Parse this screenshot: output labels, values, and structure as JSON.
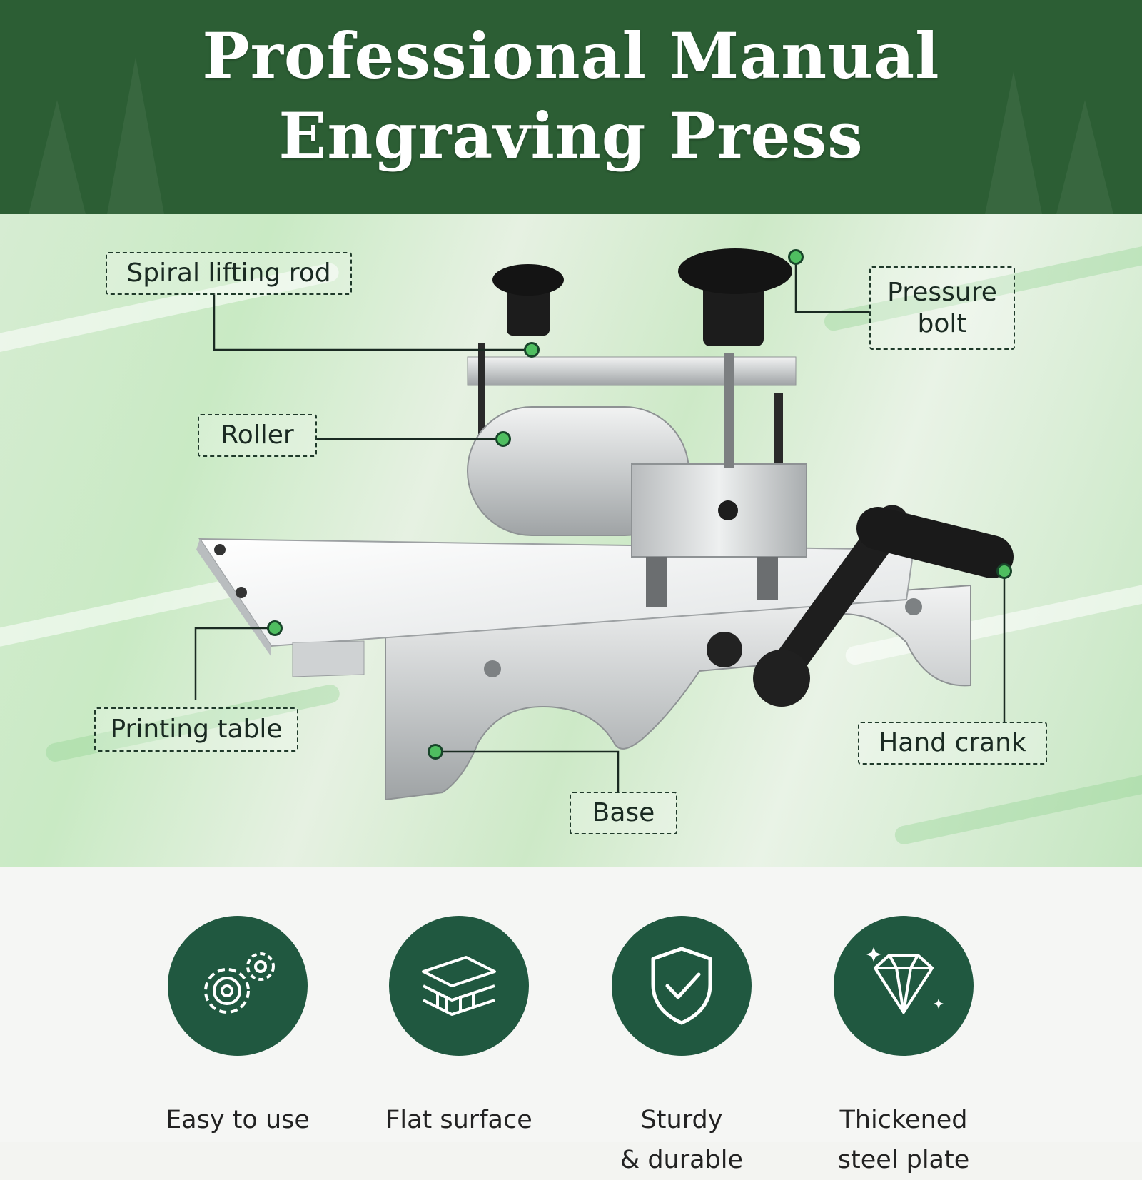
{
  "header": {
    "title_line1": "Professional Manual",
    "title_line2": "Engraving Press"
  },
  "callouts": {
    "spiral_lifting_rod": "Spiral lifting rod",
    "pressure_bolt": "Pressure\nbolt",
    "roller": "Roller",
    "printing_table": "Printing table",
    "hand_crank": "Hand crank",
    "base": "Base"
  },
  "features": [
    {
      "label": "Easy to use",
      "icon": "gears-icon"
    },
    {
      "label": "Flat surface",
      "icon": "layered-plate-icon"
    },
    {
      "label": "Sturdy\n& durable",
      "icon": "shield-check-icon"
    },
    {
      "label": "Thickened\nsteel plate",
      "icon": "diamond-icon"
    }
  ],
  "colors": {
    "header_green": "#2c5e34",
    "icon_circle": "#205840",
    "callout_dot": "#4fbe60"
  }
}
